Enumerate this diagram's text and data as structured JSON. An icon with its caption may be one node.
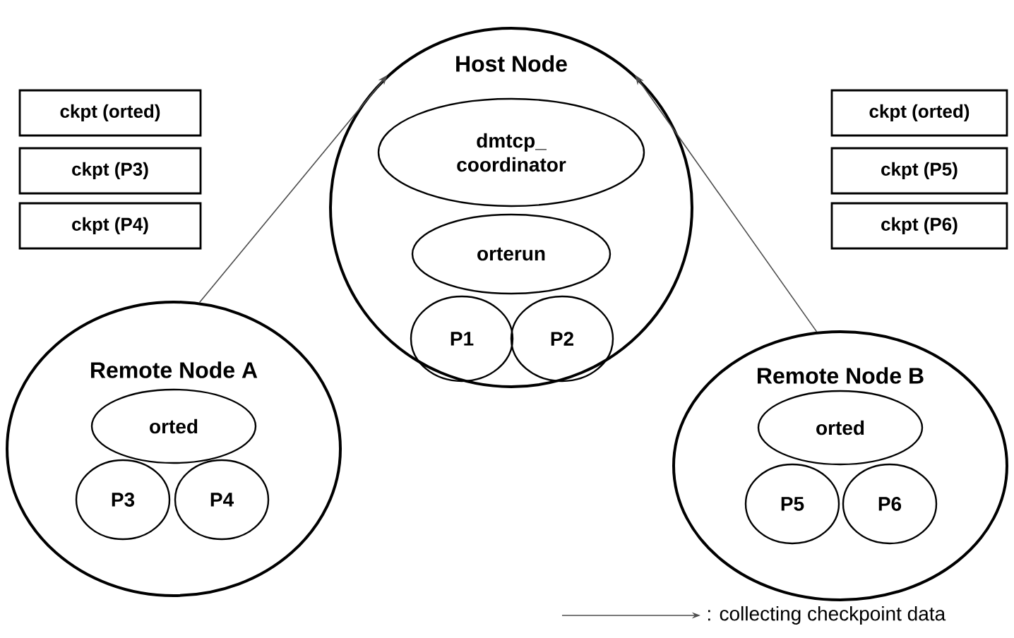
{
  "diagram": {
    "nodes": [
      {
        "text": [
          "Host Node"
        ]
      },
      {
        "text": [
          "dmtcp_ coordinator"
        ],
        "in": 0
      },
      {
        "text": [
          "orterun"
        ],
        "in": 0
      },
      {
        "text": [
          "P1"
        ],
        "in": 0
      },
      {
        "text": [
          "P2"
        ],
        "in": 0
      },
      {
        "text": [
          "Remote Node A"
        ]
      },
      {
        "text": [
          "orted"
        ],
        "in": 5
      },
      {
        "text": [
          "P3"
        ],
        "in": 5
      },
      {
        "text": [
          "P4"
        ],
        "in": 5
      },
      {
        "text": [
          "Remote Node B"
        ]
      },
      {
        "text": [
          "orted"
        ],
        "in": 9
      },
      {
        "text": [
          "P5"
        ],
        "in": 9
      },
      {
        "text": [
          "P6"
        ],
        "in": 9
      },
      {
        "text": [
          "ckpt (orted)"
        ]
      },
      {
        "text": [
          "ckpt (P3)"
        ]
      },
      {
        "text": [
          "ckpt (P4)"
        ]
      },
      {
        "text": [
          "ckpt (orted)"
        ]
      },
      {
        "text": [
          "ckpt (P5)"
        ]
      },
      {
        "text": [
          "ckpt (P6)"
        ]
      }
    ],
    "edges": [
      {
        "from": 5,
        "to": 0,
        "arrow": "to"
      },
      {
        "from": 9,
        "to": 0,
        "arrow": "to"
      }
    ],
    "legend": [
      {
        "text": ": collecting checkpoint data"
      }
    ]
  }
}
